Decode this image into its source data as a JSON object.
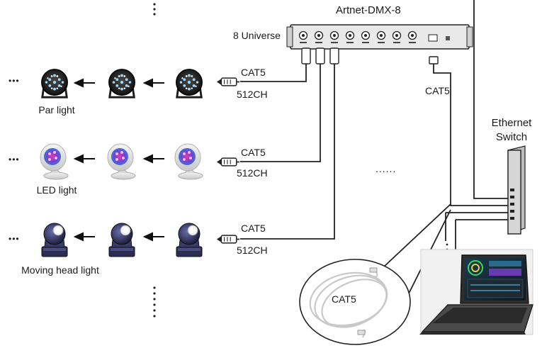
{
  "device": {
    "name": "Artnet-DMX-8",
    "universe_label": "8 Universe",
    "ports": 8
  },
  "switch": {
    "line1": "Ethernet",
    "line2": "Switch"
  },
  "rows": [
    {
      "name": "Par light",
      "cable": "CAT5",
      "channels": "512CH",
      "fixture_icon": "par-light-icon"
    },
    {
      "name": "LED light",
      "cable": "CAT5",
      "channels": "512CH",
      "fixture_icon": "led-spot-icon"
    },
    {
      "name": "Moving head light",
      "cable": "CAT5",
      "channels": "512CH",
      "fixture_icon": "moving-head-icon"
    }
  ],
  "ethernet_cable_label": "CAT5",
  "coil_label": "CAT5",
  "ellipsis_h": "•••",
  "more_universes": "......",
  "colors": {
    "line": "#222222",
    "panel": "#2b2b2b",
    "laptop": "#3a3a3a"
  }
}
